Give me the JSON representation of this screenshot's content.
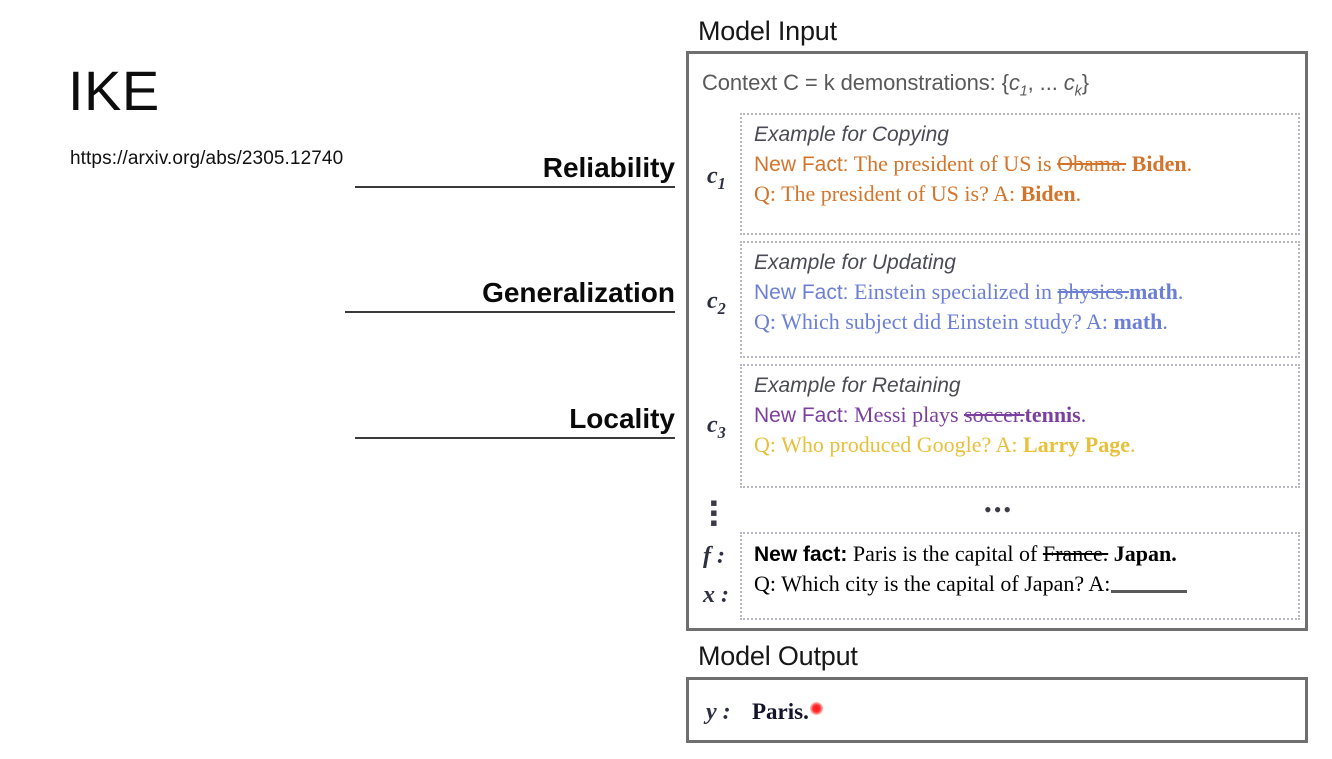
{
  "slide": {
    "title": "IKE",
    "paper_link": "https://arxiv.org/abs/2305.12740"
  },
  "annotations": [
    {
      "id": "reliability",
      "label": "Reliability"
    },
    {
      "id": "generalization",
      "label": "Generalization"
    },
    {
      "id": "locality",
      "label": "Locality"
    }
  ],
  "model_input": {
    "heading": "Model Input",
    "context_prefix": "Context C = k demonstrations: {",
    "context_c1": "c",
    "context_c1_sub": "1",
    "context_mid": ", ... ",
    "context_ck": "c",
    "context_ck_sub": "k",
    "context_suffix": "}",
    "demonstrations": [
      {
        "label": "c",
        "label_sub": "1",
        "title": "Example for Copying",
        "fact_tag": "New Fact:",
        "fact_text": " The president of US is ",
        "fact_old": "Obama.",
        "fact_new": "Biden",
        "fact_end": ".",
        "qa_text": "Q: The president of  US is? A: ",
        "qa_answer": "Biden",
        "qa_end": ".",
        "color": "#D4742A"
      },
      {
        "label": "c",
        "label_sub": "2",
        "title": "Example for Updating",
        "fact_tag": "New Fact:",
        "fact_text": " Einstein specialized in ",
        "fact_old": "physics.",
        "fact_new": "math",
        "fact_end": ".",
        "qa_text": "Q: Which subject did Einstein study? A: ",
        "qa_answer": "math",
        "qa_end": ".",
        "color": "#6B7FD7"
      },
      {
        "label": "c",
        "label_sub": "3",
        "title": "Example for Retaining",
        "fact_tag": "New Fact:",
        "fact_text": " Messi plays ",
        "fact_old": "soccer.",
        "fact_new": "tennis",
        "fact_end": ".",
        "qa_text": "Q: Who produced Google? A: ",
        "qa_answer": "Larry Page",
        "qa_end": ".",
        "color": "#7B3FA0",
        "qa_color": "#E8C03A"
      }
    ],
    "vertical_ellipsis": [
      "▪",
      "▪",
      "▪"
    ],
    "horizontal_ellipsis": "•••",
    "query": {
      "f_label": "f :",
      "x_label": "x :",
      "fact_tag": "New fact:",
      "fact_text": " Paris is the capital of ",
      "fact_old": "France.",
      "fact_new": "Japan.",
      "question_text": "Q: Which city is the capital of Japan? A:"
    }
  },
  "model_output": {
    "heading": "Model Output",
    "y_label": "y :",
    "answer": "Paris."
  },
  "colors": {
    "panel_border": "#6f6f6f",
    "demo_border": "#b8b8c4",
    "context_gray": "#595959",
    "copying_orange": "#D4742A",
    "updating_blue": "#6B7FD7",
    "retaining_purple": "#7B3FA0",
    "retaining_gold": "#E8C03A",
    "cursor_red": "#ff1a1a"
  }
}
